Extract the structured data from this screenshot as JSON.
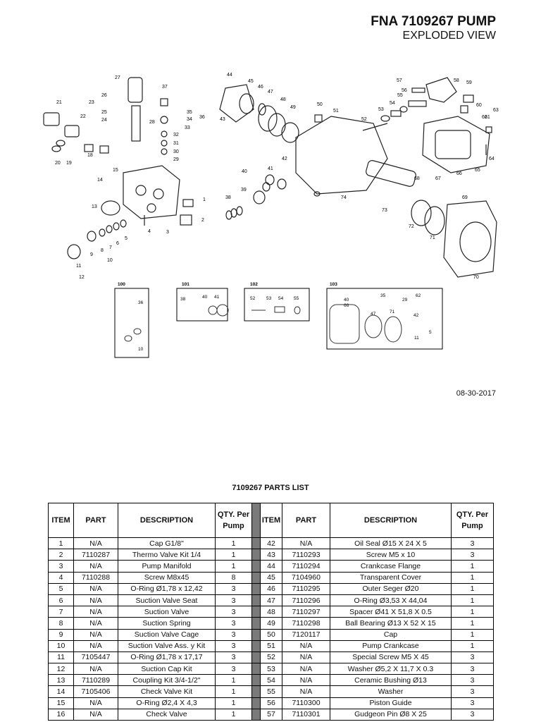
{
  "header": {
    "title": "FNA 7109267 PUMP",
    "subtitle": "EXPLODED VIEW"
  },
  "date": "08-30-2017",
  "diagram": {
    "callouts": [
      "1",
      "2",
      "3",
      "4",
      "5",
      "6",
      "7",
      "8",
      "9",
      "10",
      "11",
      "12",
      "13",
      "14",
      "15",
      "18",
      "19",
      "20",
      "21",
      "22",
      "23",
      "24",
      "25",
      "26",
      "27",
      "28",
      "29",
      "30",
      "31",
      "32",
      "33",
      "34",
      "35",
      "36",
      "37",
      "38",
      "39",
      "40",
      "41",
      "42",
      "43",
      "44",
      "45",
      "46",
      "47",
      "48",
      "49",
      "50",
      "51",
      "52",
      "53",
      "54",
      "55",
      "56",
      "57",
      "58",
      "59",
      "60",
      "61",
      "62",
      "63",
      "64",
      "65",
      "66",
      "67",
      "68",
      "69",
      "70",
      "71",
      "72",
      "73",
      "74"
    ],
    "kits": [
      {
        "label": "100",
        "items": [
          "36",
          "10"
        ]
      },
      {
        "label": "101",
        "items": [
          "38",
          "40",
          "41"
        ]
      },
      {
        "label": "102",
        "items": [
          "52",
          "53",
          "54",
          "55"
        ]
      },
      {
        "label": "103",
        "items": [
          "40",
          "35",
          "29",
          "62",
          "66",
          "47",
          "71",
          "42",
          "11",
          "5"
        ]
      }
    ]
  },
  "parts_list": {
    "title": "7109267 PARTS LIST",
    "headers": [
      "ITEM",
      "PART",
      "DESCRIPTION",
      "QTY. Per Pump",
      "ITEM",
      "PART",
      "DESCRIPTION",
      "QTY. Per Pump"
    ],
    "rows": [
      [
        "1",
        "N/A",
        "Cap G1/8\"",
        "1",
        "42",
        "N/A",
        "Oil Seal Ø15 X 24 X 5",
        "3"
      ],
      [
        "2",
        "7110287",
        "Thermo Valve Kit 1/4",
        "1",
        "43",
        "7110293",
        "Screw M5 x 10",
        "3"
      ],
      [
        "3",
        "N/A",
        "Pump Manifold",
        "1",
        "44",
        "7110294",
        "Crankcase Flange",
        "1"
      ],
      [
        "4",
        "7110288",
        "Screw M8x45",
        "8",
        "45",
        "7104960",
        "Transparent Cover",
        "1"
      ],
      [
        "5",
        "N/A",
        "O-Ring Ø1,78 x 12,42",
        "3",
        "46",
        "7110295",
        "Outer Seger Ø20",
        "1"
      ],
      [
        "6",
        "N/A",
        "Suction Valve Seat",
        "3",
        "47",
        "7110296",
        "O-Ring Ø3,53 X 44,04",
        "1"
      ],
      [
        "7",
        "N/A",
        "Suction Valve",
        "3",
        "48",
        "7110297",
        "Spacer Ø41 X 51,8 X 0.5",
        "1"
      ],
      [
        "8",
        "N/A",
        "Suction Spring",
        "3",
        "49",
        "7110298",
        "Ball Bearing Ø13 X 52 X 15",
        "1"
      ],
      [
        "9",
        "N/A",
        "Suction Valve Cage",
        "3",
        "50",
        "7120117",
        "Cap",
        "1"
      ],
      [
        "10",
        "N/A",
        "Suction Valve Ass. y Kit",
        "3",
        "51",
        "N/A",
        "Pump Crankcase",
        "1"
      ],
      [
        "11",
        "7105447",
        "O-Ring Ø1,78 x 17,17",
        "3",
        "52",
        "N/A",
        "Special Screw M5 X 45",
        "3"
      ],
      [
        "12",
        "N/A",
        "Suction Cap Kit",
        "3",
        "53",
        "N/A",
        "Washer Ø5,2 X 11,7 X 0.3",
        "3"
      ],
      [
        "13",
        "7110289",
        "Coupling Kit 3/4-1/2\"",
        "1",
        "54",
        "N/A",
        "Ceramic Bushing Ø13",
        "3"
      ],
      [
        "14",
        "7105406",
        "Check Valve Kit",
        "1",
        "55",
        "N/A",
        "Washer",
        "3"
      ],
      [
        "15",
        "N/A",
        "O-Ring Ø2,4 X 4,3",
        "1",
        "56",
        "7110300",
        "Piston Guide",
        "3"
      ],
      [
        "16",
        "N/A",
        "Check Valve",
        "1",
        "57",
        "7110301",
        "Gudgeon Pin Ø8 X 25",
        "3"
      ]
    ]
  }
}
